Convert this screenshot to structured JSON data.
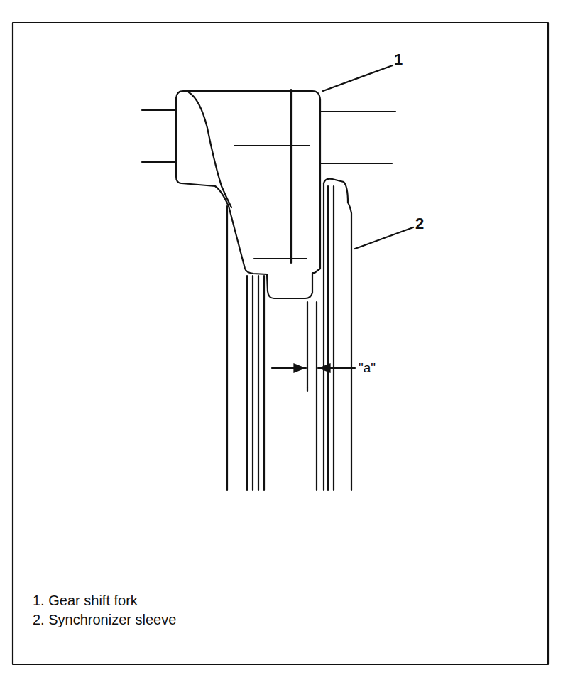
{
  "diagram": {
    "labels": [
      "1",
      "2",
      "\"a\"",
      "1. Gear shift fork",
      "2. Synchronizer sleeve"
    ]
  }
}
